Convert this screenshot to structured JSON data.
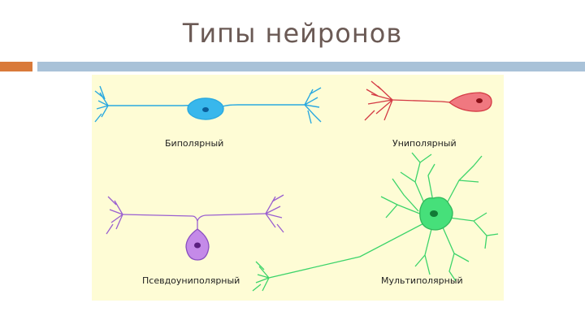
{
  "slide": {
    "title": "Типы нейронов"
  },
  "figure": {
    "captions": {
      "bipolar": "Биполярный",
      "unipolar": "Униполярный",
      "pseudounipolar": "Псевдоуниполярный",
      "multipolar": "Мультиполярный"
    },
    "colors": {
      "background": "#fefcd5",
      "bipolar": "#2aa9e0",
      "unipolar": "#e8404a",
      "pseudounipolar": "#9a5fd0",
      "multipolar": "#3cd46a"
    }
  }
}
